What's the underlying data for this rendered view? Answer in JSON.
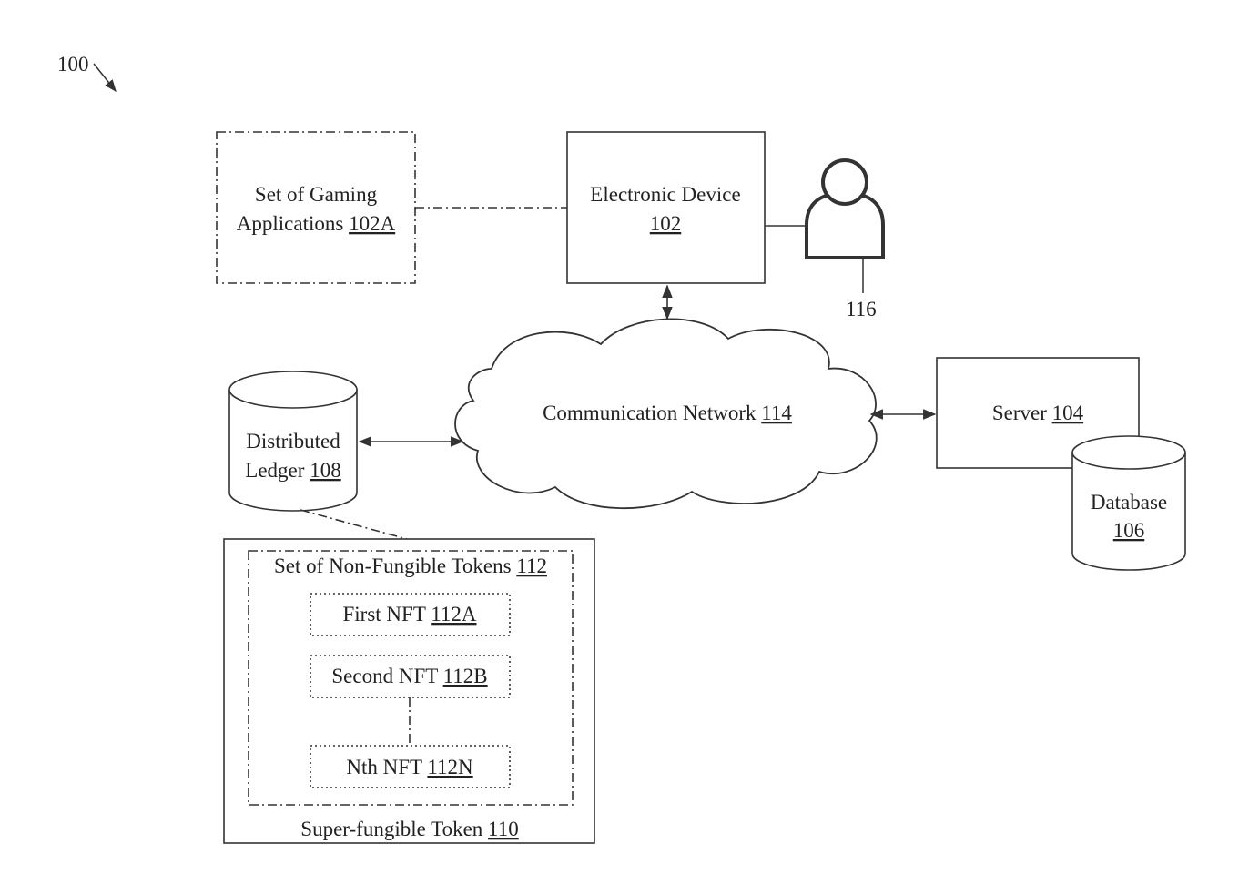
{
  "figure_ref": "100",
  "gaming_apps": {
    "line1": "Set of Gaming",
    "line2": "Applications ",
    "ref": "102A"
  },
  "electronic_device": {
    "label": "Electronic Device",
    "ref": "102"
  },
  "user": {
    "ref": "116"
  },
  "network": {
    "label": "Communication Network ",
    "ref": "114"
  },
  "server": {
    "label": "Server ",
    "ref": "104"
  },
  "database": {
    "label": "Database",
    "ref": "106"
  },
  "ledger": {
    "line1": "Distributed",
    "line2": "Ledger ",
    "ref": "108"
  },
  "nft_set": {
    "label": "Set of Non-Fungible Tokens ",
    "ref": "112"
  },
  "first_nft": {
    "label": "First NFT ",
    "ref": "112A"
  },
  "second_nft": {
    "label": "Second NFT ",
    "ref": "112B"
  },
  "nth_nft": {
    "label": "Nth NFT ",
    "ref": "112N"
  },
  "sft": {
    "label": "Super-fungible Token ",
    "ref": "110"
  }
}
